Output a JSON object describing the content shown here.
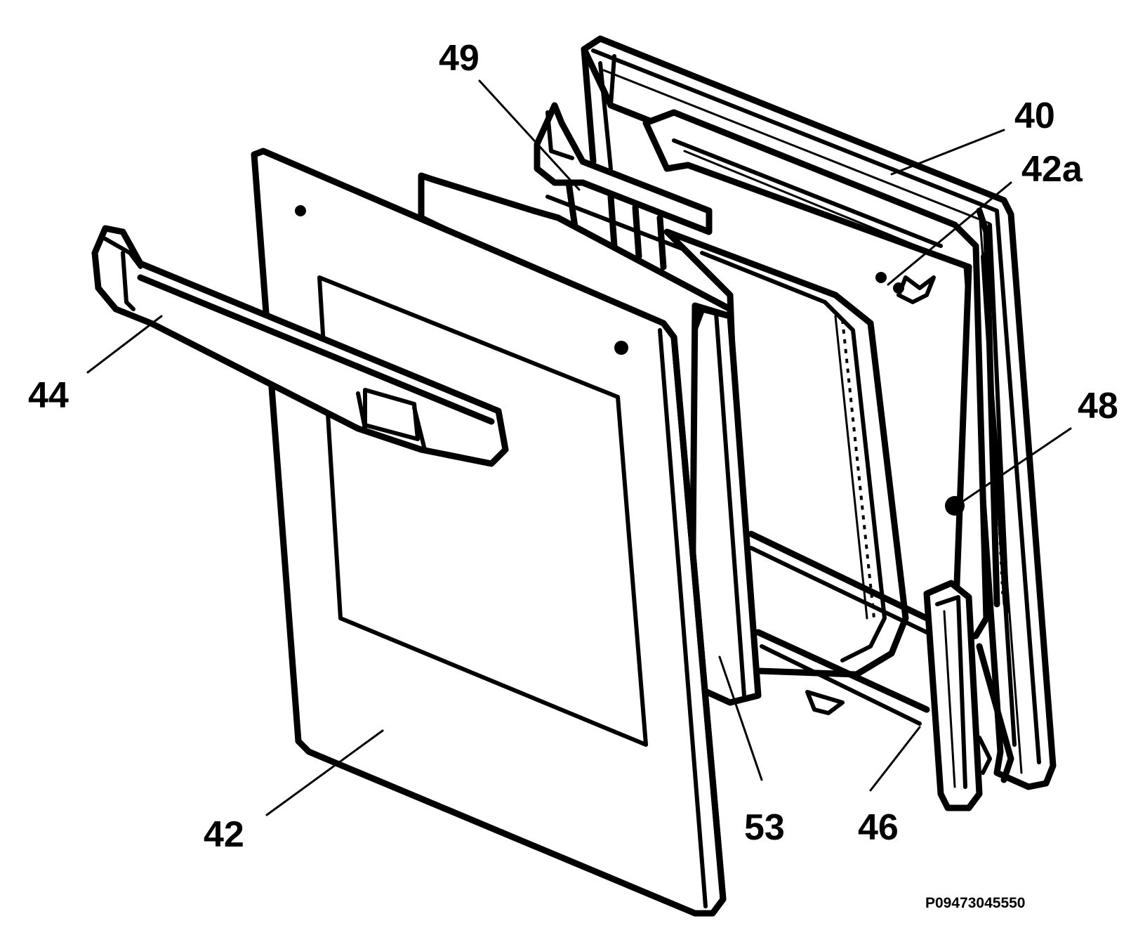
{
  "callouts": {
    "c40": "40",
    "c42": "42",
    "c42a": "42a",
    "c44": "44",
    "c46": "46",
    "c48": "48",
    "c49": "49",
    "c53": "53"
  },
  "reference_code": "P09473045550"
}
